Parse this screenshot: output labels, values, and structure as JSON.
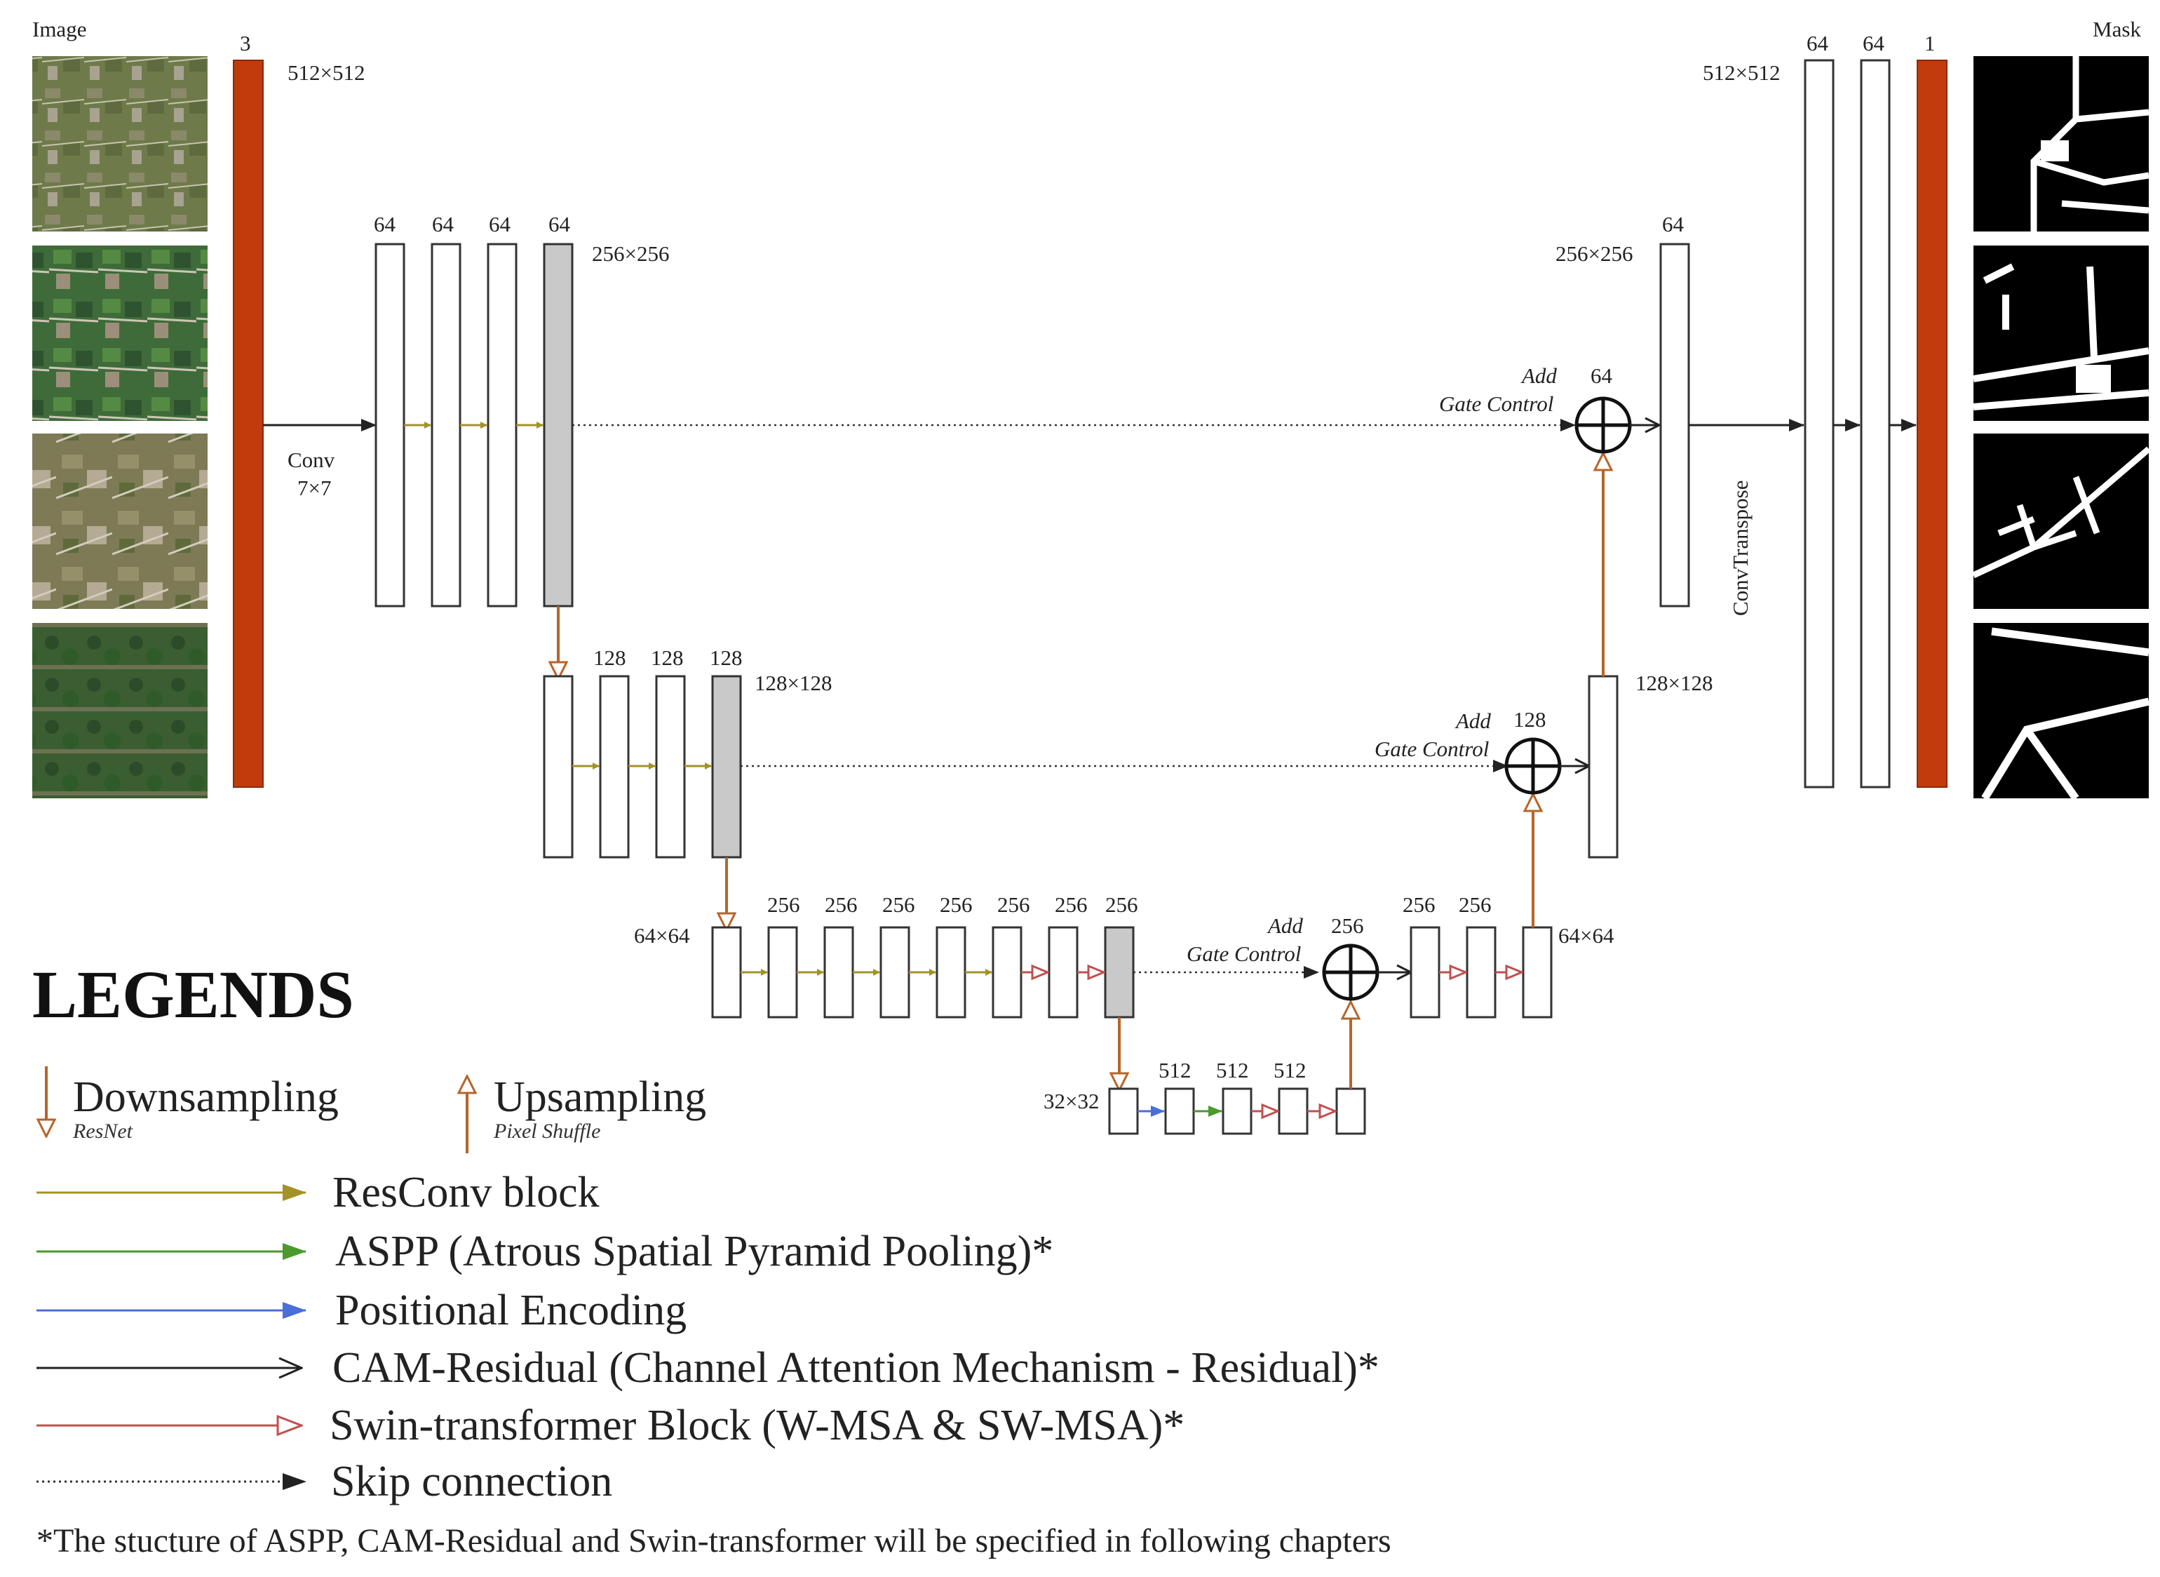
{
  "panels": {
    "input_label": "Image",
    "output_label": "Mask"
  },
  "encoder": {
    "input_channels": "3",
    "input_size": "512×512",
    "conv_label_1": "Conv",
    "conv_label_2": "7×7",
    "level1": {
      "channels": [
        "64",
        "64",
        "64",
        "64"
      ],
      "size": "256×256"
    },
    "level2": {
      "channels": [
        "128",
        "128",
        "128"
      ],
      "size": "128×128"
    },
    "level3": {
      "size": "64×64",
      "channels": [
        "256",
        "256",
        "256",
        "256",
        "256",
        "256",
        "256"
      ]
    },
    "bottleneck": {
      "size": "32×32",
      "channels": [
        "512",
        "512",
        "512"
      ]
    }
  },
  "decoder": {
    "gate1": {
      "add": "Add",
      "gate": "Gate Control",
      "channels": "64"
    },
    "gate2": {
      "add": "Add",
      "gate": "Gate Control",
      "channels": "128"
    },
    "gate3": {
      "add": "Add",
      "gate": "Gate Control",
      "channels": "256"
    },
    "level3": {
      "channels": [
        "256",
        "256"
      ],
      "size": "64×64"
    },
    "level2": {
      "size": "128×128"
    },
    "level1": {
      "channel": "64",
      "size": "256×256"
    },
    "convtranspose": "ConvTranspose",
    "output": {
      "size": "512×512",
      "channels": [
        "64",
        "64",
        "1"
      ]
    }
  },
  "legend": {
    "title": "LEGENDS",
    "downsampling": "Downsampling",
    "downsampling_sub": "ResNet",
    "upsampling": "Upsampling",
    "upsampling_sub": "Pixel Shuffle",
    "items": [
      {
        "label": "ResConv block",
        "color": "#a39228"
      },
      {
        "label": "ASPP (Atrous Spatial Pyramid Pooling)*",
        "color": "#4a9a2e"
      },
      {
        "label": "Positional Encoding",
        "color": "#4a6fd8"
      },
      {
        "label": "CAM-Residual (Channel Attention Mechanism - Residual)*",
        "color": "#222222"
      },
      {
        "label": "Swin-transformer Block (W-MSA & SW-MSA)*",
        "color": "#c0504d"
      },
      {
        "label": "Skip connection",
        "color": "#222222"
      }
    ],
    "note": "*The stucture of ASPP, CAM-Residual and Swin-transformer will be specified in following chapters"
  },
  "colors": {
    "resconv": "#a39228",
    "aspp": "#4a9a2e",
    "pos": "#4a6fd8",
    "swin": "#c0504d",
    "sampling": "#b5652a",
    "feature": "#c23b0c"
  },
  "icons": [
    "satellite-image",
    "road-mask"
  ]
}
